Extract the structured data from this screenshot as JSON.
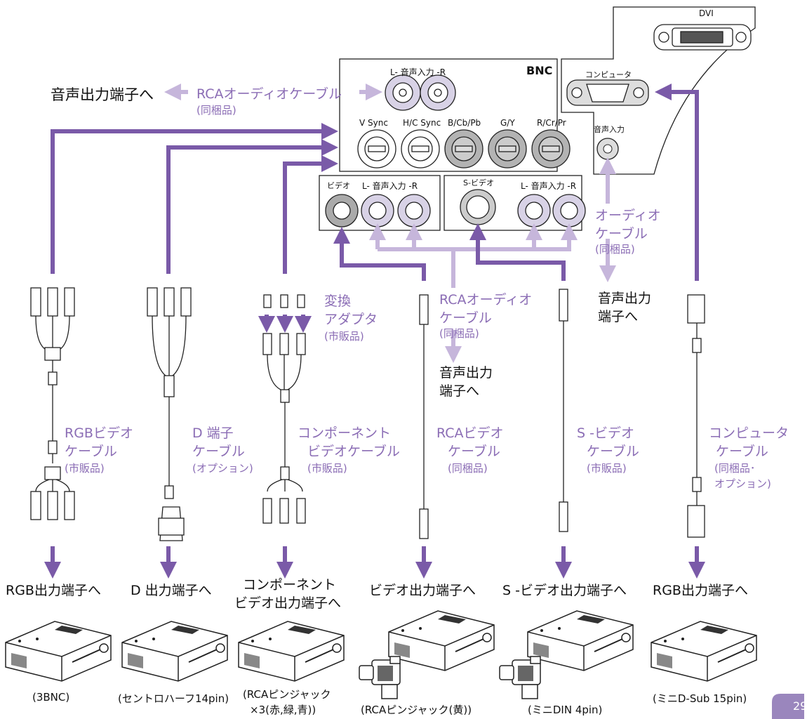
{
  "panel": {
    "dvi": "DVI",
    "bnc": "BNC",
    "computer": "コンピュータ",
    "audio_in_top": "L- 音声入力 -R",
    "v_sync": "V Sync",
    "hc_sync": "H/C Sync",
    "b_cb_pb": "B/Cb/Pb",
    "g_y": "G/Y",
    "r_cr_pr": "R/Cr/Pr",
    "audio_in_side": "音声入力",
    "video": "ビデオ",
    "audio_in_mid1": "L- 音声入力 -R",
    "s_video": "S-ビデオ",
    "audio_in_mid2": "L- 音声入力 -R"
  },
  "top_audio": {
    "to_out": "音声出力端子へ",
    "cable": "RCAオーディオケーブル",
    "bundled": "(同梱品)"
  },
  "right_audio": {
    "cable1": "オーディオ",
    "cable2": "ケーブル",
    "bundled": "(同梱品)",
    "to_out1": "音声出力",
    "to_out2": "端子へ"
  },
  "mid_audio": {
    "cable1": "RCAオーディオ",
    "cable2": "ケーブル",
    "bundled": "(同梱品)",
    "to_out1": "音声出力",
    "to_out2": "端子へ"
  },
  "adapter": {
    "l1": "変換",
    "l2": "アダプタ",
    "l3": "(市販品)"
  },
  "cables": [
    {
      "l1": "RGBビデオ",
      "l2": "ケーブル",
      "l3": "(市販品)"
    },
    {
      "l1": "D 端子",
      "l2": "ケーブル",
      "l3": "(オプション)"
    },
    {
      "l1": "コンポーネント",
      "l2": "ビデオケーブル",
      "l3": "(市販品)"
    },
    {
      "l1": "RCAビデオ",
      "l2": "ケーブル",
      "l3": "(同梱品)"
    },
    {
      "l1": "S -ビデオ",
      "l2": "ケーブル",
      "l3": "(市販品)"
    },
    {
      "l1": "コンピュータ",
      "l2": "ケーブル",
      "l3": "(同梱品･",
      "l4": "オプション)"
    }
  ],
  "destinations": [
    {
      "l1": "RGB出力端子へ",
      "l2": "",
      "conn1": "(3BNC)",
      "conn2": ""
    },
    {
      "l1": "D 出力端子へ",
      "l2": "",
      "conn1": "(セントロハーフ14pin)",
      "conn2": ""
    },
    {
      "l1": "コンポーネント",
      "l2": "ビデオ出力端子へ",
      "conn1": "(RCAピンジャック",
      "conn2": "×3(赤,緑,青))"
    },
    {
      "l1": "ビデオ出力端子へ",
      "l2": "",
      "conn1": "(RCAピンジャック(黄))",
      "conn2": ""
    },
    {
      "l1": "S -ビデオ出力端子へ",
      "l2": "",
      "conn1": "(ミニDIN 4pin)",
      "conn2": ""
    },
    {
      "l1": "RGB出力端子へ",
      "l2": "",
      "conn1": "(ミニD-Sub 15pin)",
      "conn2": ""
    }
  ],
  "page_number": "29",
  "colors": {
    "cable": "#7a5aa8",
    "audio": "#c6b6db",
    "jack_dark": "#a8a8a8",
    "jack_light": "#ddd"
  }
}
